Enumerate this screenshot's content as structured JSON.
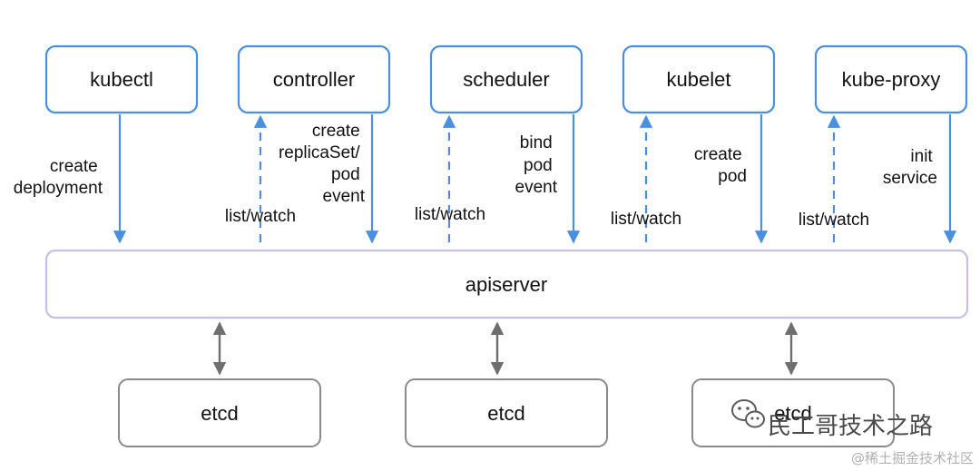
{
  "colors": {
    "component_border": "#4a8fe0",
    "apiserver_border": "#c7bfe8",
    "etcd_border": "#8a8a8a",
    "arrow_blue": "#4a8fe0",
    "arrow_gray": "#6e6e6e"
  },
  "components": {
    "kubectl": "kubectl",
    "controller": "controller",
    "scheduler": "scheduler",
    "kubelet": "kubelet",
    "kube_proxy": "kube-proxy"
  },
  "apiserver": "apiserver",
  "etcd": [
    "etcd",
    "etcd",
    "etcd"
  ],
  "arrow_labels": {
    "kubectl_create": [
      "create",
      "deployment"
    ],
    "controller_watch": "list/watch",
    "controller_create": [
      "create",
      "replicaSet/",
      "pod",
      "event"
    ],
    "scheduler_watch": "list/watch",
    "scheduler_bind": [
      "bind",
      "pod",
      "event"
    ],
    "kubelet_watch": "list/watch",
    "kubelet_create": [
      "create",
      "pod"
    ],
    "proxy_watch": "list/watch",
    "proxy_init": [
      "init",
      "service"
    ]
  },
  "watermark": {
    "main": "民工哥技术之路",
    "sub": "@稀土掘金技术社区",
    "icon": "wechat-icon"
  }
}
